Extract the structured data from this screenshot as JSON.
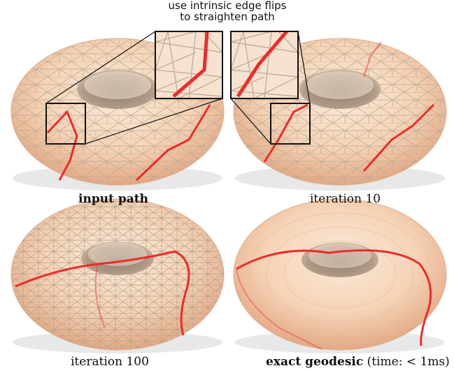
{
  "annotation": {
    "line1": "use intrinsic edge flips",
    "line2": "to straighten path"
  },
  "panels": [
    {
      "caption": "input path",
      "caption_bold": true,
      "mesh": "coarse"
    },
    {
      "caption": "iteration 10",
      "caption_bold": false,
      "mesh": "coarse"
    },
    {
      "caption": "iteration 100",
      "caption_bold": false,
      "mesh": "dense"
    },
    {
      "caption_bold_part": "exact geodesic",
      "caption_rest": " (time: < 1ms)",
      "mesh": "smooth"
    }
  ],
  "colors": {
    "torus_fill": "#f7dcc4",
    "torus_shade": "#e9b796",
    "mesh_line": "#b8a890",
    "path": "#ee2b2b",
    "box": "#111111"
  }
}
